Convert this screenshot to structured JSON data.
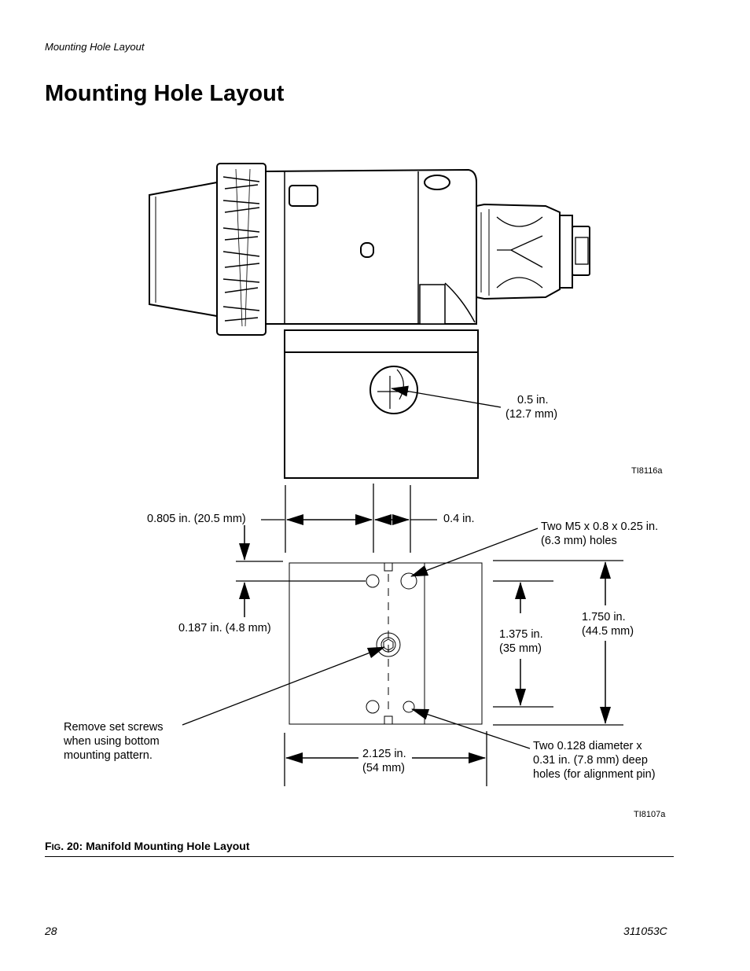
{
  "header": {
    "running_head": "Mounting Hole Layout"
  },
  "title": "Mounting Hole Layout",
  "figure": {
    "caption_prefix_big": "F",
    "caption_prefix_small": "IG",
    "caption_rest": ". 20: Manifold Mounting Hole Layout",
    "side_view": {
      "port_line1": "0.5 in.",
      "port_line2": "(12.7 mm)",
      "tag": "TI8116a"
    },
    "bottom_view": {
      "dim_left": "0.805 in. (20.5 mm)",
      "dim_center": "0.4 in.",
      "holes_line1": "Two M5 x 0.8 x 0.25 in.",
      "holes_line2": "(6.3 mm) holes",
      "dim_offset": "0.187 in. (4.8 mm)",
      "dim_inner_line1": "1.375 in.",
      "dim_inner_line2": "(35 mm)",
      "dim_outer_line1": "1.750 in.",
      "dim_outer_line2": "(44.5 mm)",
      "set_screw_line1": "Remove set screws",
      "set_screw_line2": "when using bottom",
      "set_screw_line3": "mounting pattern.",
      "dim_width_line1": "2.125 in.",
      "dim_width_line2": "(54 mm)",
      "pin_line1": "Two 0.128 diameter x",
      "pin_line2": "0.31 in. (7.8 mm) deep",
      "pin_line3": "holes (for alignment pin)",
      "tag": "TI8107a"
    }
  },
  "footer": {
    "page_number": "28",
    "doc_number": "311053C"
  }
}
